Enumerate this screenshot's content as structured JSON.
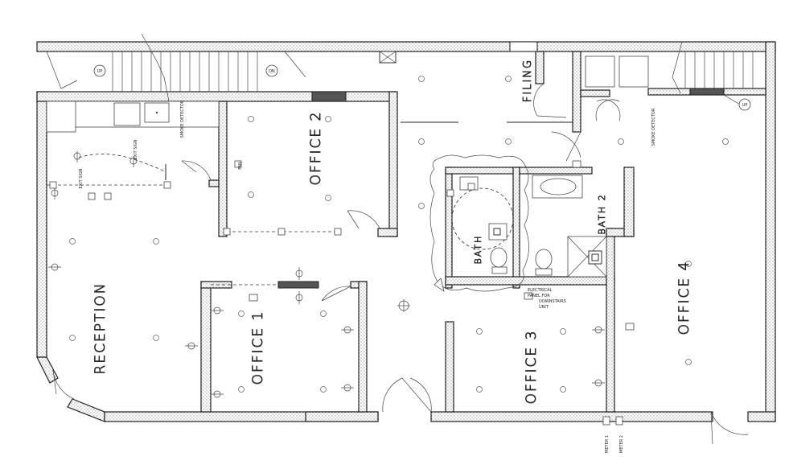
{
  "rooms": {
    "office_1": "OFFICE 1",
    "office_2": "OFFICE 2",
    "office_3": "OFFICE 3",
    "office_4": "OFFICE 4",
    "reception": "RECEPTION",
    "filing": "FILING",
    "bath_1": "BATH",
    "bath_2": "BATH 2"
  },
  "labels": {
    "smoke_detector_left": "SMOKE DETECTOR",
    "smoke_detector_right": "SMOKE DETECTOR",
    "exit_sign_1": "EXIT SIGN",
    "exit_sign_2": "EXIT SIGN",
    "electrical_panel_1": "ELECTRICAL",
    "electrical_panel_2": "PANEL FOR",
    "electrical_panel_3": "DOWNSTAIRS",
    "electrical_panel_4": "UNIT",
    "meter_1": "METER 1",
    "meter_2": "METER 2",
    "stair_up_left": "UP",
    "stair_dn": "DN",
    "stair_up_right": "UP",
    "fan_label": "FAN"
  }
}
